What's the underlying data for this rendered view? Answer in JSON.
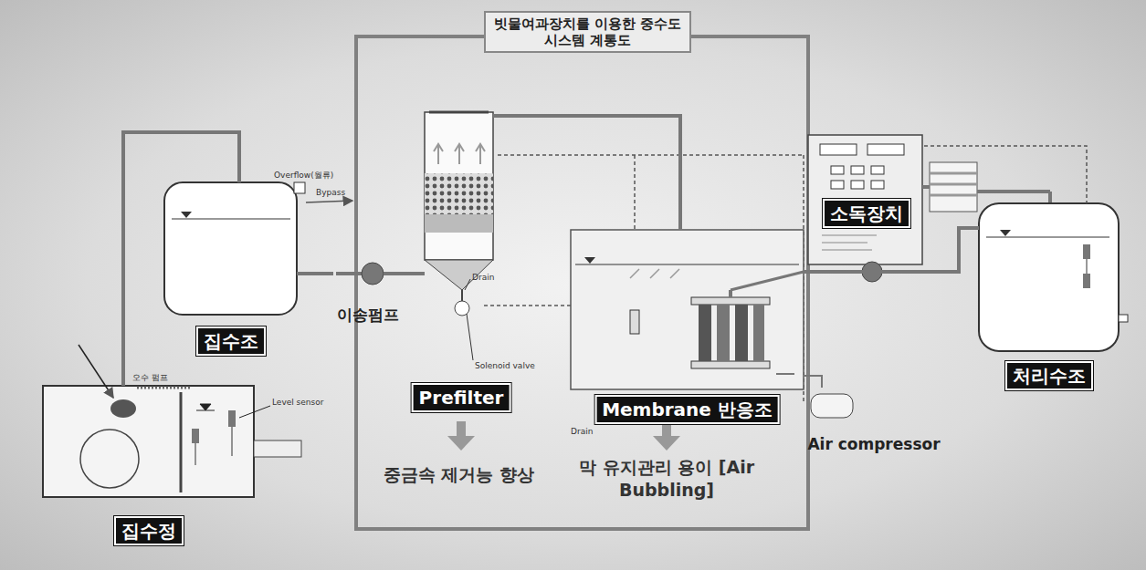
{
  "diagram": {
    "title": "빗물여과장치를 이용한 중수도 시스템 계통도",
    "nodes": [
      {
        "text": [
          "집수정"
        ]
      },
      {
        "text": [
          "집수조"
        ]
      },
      {
        "text": [
          "이송펌프"
        ]
      },
      {
        "text": [
          "Prefilter"
        ]
      },
      {
        "text": [
          "Membrane 반응조"
        ]
      },
      {
        "text": [
          "Air compressor"
        ]
      },
      {
        "text": [
          "소독장치"
        ]
      },
      {
        "text": [
          "처리수조"
        ]
      }
    ],
    "edges": [
      {
        "from": 0,
        "to": 1,
        "arrow": "none"
      },
      {
        "from": 1,
        "to": 2,
        "arrow": "none"
      },
      {
        "from": 2,
        "to": 3,
        "arrow": "none"
      },
      {
        "from": 3,
        "to": 4,
        "arrow": "none"
      },
      {
        "from": 4,
        "to": 7,
        "arrow": "none"
      },
      {
        "from": 5,
        "to": 4,
        "arrow": "none"
      },
      {
        "from": 6,
        "to": 7,
        "arrow": "none"
      }
    ],
    "labels": [
      "Overflow(월류)",
      "Bypass",
      "오수 펌프",
      "Level sensor",
      "Drain",
      "Solenoid valve",
      "Drain",
      "중금속 제거능 향상",
      "막 유지관리 용이 [Air Bubbling]"
    ]
  }
}
